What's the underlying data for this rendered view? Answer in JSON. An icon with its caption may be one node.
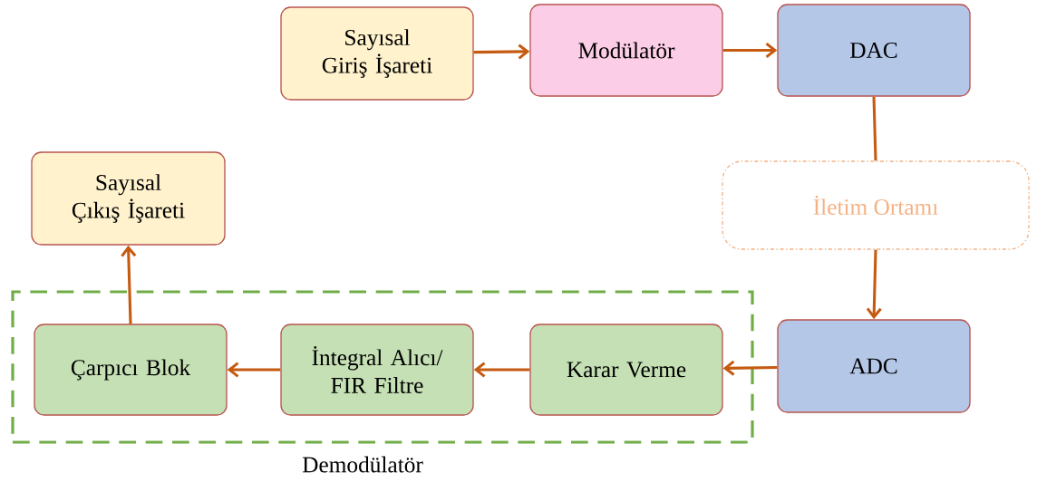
{
  "diagram": {
    "nodes": [
      {
        "text": [
          "Sayısal Giriş İşareti"
        ]
      },
      {
        "text": [
          "Modülatör"
        ]
      },
      {
        "text": [
          "DAC"
        ]
      },
      {
        "text": [
          "İletim Ortamı"
        ]
      },
      {
        "text": [
          "ADC"
        ]
      },
      {
        "text": [
          "Demodülatör"
        ]
      },
      {
        "text": [
          "Karar Verme"
        ],
        "in": 5
      },
      {
        "text": [
          "İntegral Alıcı/ FIR Filtre"
        ],
        "in": 5
      },
      {
        "text": [
          "Çarpıcı Blok"
        ],
        "in": 5
      },
      {
        "text": [
          "Sayısal Çıkış İşareti"
        ]
      }
    ],
    "edges": [
      {
        "from": 0,
        "to": 1,
        "arrow": "to"
      },
      {
        "from": 1,
        "to": 2,
        "arrow": "to"
      },
      {
        "from": 2,
        "to": 3,
        "arrow": "none"
      },
      {
        "from": 3,
        "to": 4,
        "arrow": "to"
      },
      {
        "from": 4,
        "to": 6,
        "arrow": "to"
      },
      {
        "from": 6,
        "to": 7,
        "arrow": "to"
      },
      {
        "from": 7,
        "to": 8,
        "arrow": "to"
      },
      {
        "from": 8,
        "to": 9,
        "arrow": "to"
      }
    ]
  }
}
